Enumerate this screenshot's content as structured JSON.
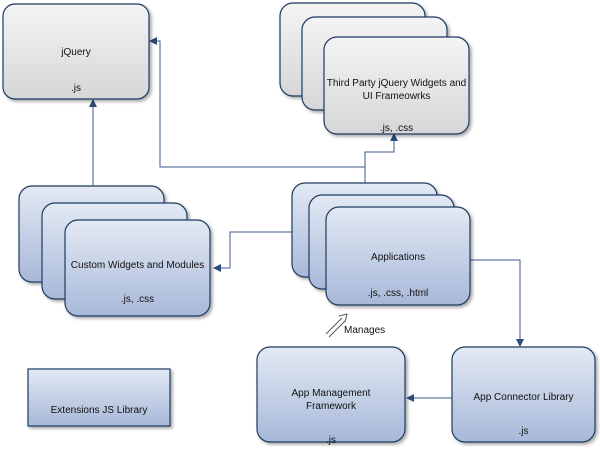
{
  "nodes": {
    "jquery": {
      "title": "jQuery",
      "sub": ".js"
    },
    "third_party": {
      "title": "Third Party jQuery Widgets and\nUI Frameowrks",
      "sub": ".js, .css"
    },
    "custom_widgets": {
      "title": "Custom Widgets and Modules",
      "sub": ".js, .css"
    },
    "applications": {
      "title": "Applications",
      "sub": ".js, .css, .html"
    },
    "app_management": {
      "title": "App Management\nFramework",
      "sub": ".js"
    },
    "app_connector": {
      "title": "App Connector Library",
      "sub": ".js"
    },
    "extensions": {
      "title": "Extensions JS Library"
    }
  },
  "edge_labels": {
    "manages": "Manages"
  },
  "colors": {
    "gray_fill_top": "#f2f2f2",
    "gray_fill_bottom": "#d9d9d9",
    "blue_fill_top": "#dfe6f2",
    "blue_fill_bottom": "#a9b9d8",
    "border": "#1f3a60",
    "connector": "#3c5a8c"
  }
}
